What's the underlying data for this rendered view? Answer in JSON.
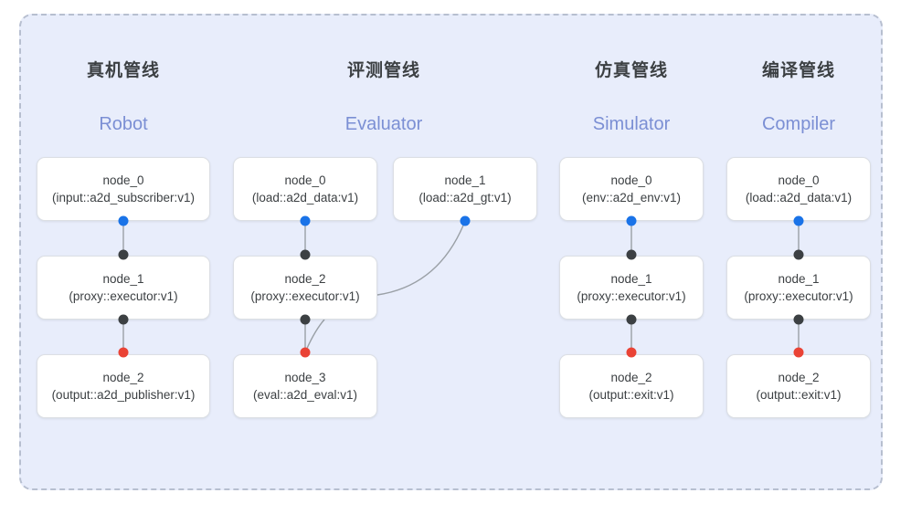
{
  "diagram": {
    "title_visible": false,
    "background_color": "#e8edfb",
    "border_style": "dashed",
    "border_color": "#b7bfd0"
  },
  "palette": {
    "port_input": "#1a73e8",
    "port_mid": "#3c4043",
    "port_output": "#ea4335",
    "edge": "#9aa0a6",
    "header_text": "#3c4043",
    "subheader_text": "#7b8fd4",
    "node_bg": "#ffffff",
    "node_border": "#dcdfe4"
  },
  "pipelines": [
    {
      "id": "robot",
      "header_cn": "真机管线",
      "header_en": "Robot",
      "nodes": [
        {
          "name": "node_0",
          "type": "(input::a2d_subscriber:v1)"
        },
        {
          "name": "node_1",
          "type": "(proxy::executor:v1)"
        },
        {
          "name": "node_2",
          "type": "(output::a2d_publisher:v1)"
        }
      ]
    },
    {
      "id": "evaluator",
      "header_cn": "评测管线",
      "header_en": "Evaluator",
      "nodes": [
        {
          "name": "node_0",
          "type": "(load::a2d_data:v1)"
        },
        {
          "name": "node_1",
          "type": "(load::a2d_gt:v1)"
        },
        {
          "name": "node_2",
          "type": "(proxy::executor:v1)"
        },
        {
          "name": "node_3",
          "type": "(eval::a2d_eval:v1)"
        }
      ]
    },
    {
      "id": "simulator",
      "header_cn": "仿真管线",
      "header_en": "Simulator",
      "nodes": [
        {
          "name": "node_0",
          "type": "(env::a2d_env:v1)"
        },
        {
          "name": "node_1",
          "type": "(proxy::executor:v1)"
        },
        {
          "name": "node_2",
          "type": "(output::exit:v1)"
        }
      ]
    },
    {
      "id": "compiler",
      "header_cn": "编译管线",
      "header_en": "Compiler",
      "nodes": [
        {
          "name": "node_0",
          "type": "(load::a2d_data:v1)"
        },
        {
          "name": "node_1",
          "type": "(proxy::executor:v1)"
        },
        {
          "name": "node_2",
          "type": "(output::exit:v1)"
        }
      ]
    }
  ]
}
